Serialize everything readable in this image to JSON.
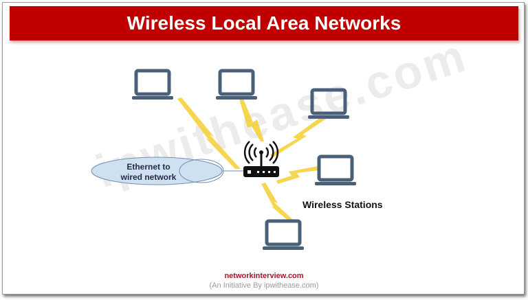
{
  "title": "Wireless Local Area Networks",
  "watermark": "ipwithease.com",
  "ethernet_label_line1": "Ethernet to",
  "ethernet_label_line2": "wired network",
  "stations_label": "Wireless Stations",
  "footer": {
    "site": "networkinterview.com",
    "tagline": "(An Initiative By ipwithease.com)"
  },
  "colors": {
    "banner": "#c00000",
    "laptop": "#4a6078",
    "bolt": "#f5d033",
    "ellipse_fill": "#cfe0f1",
    "ellipse_stroke": "#6f8fb5",
    "footer_site": "#a3162a"
  },
  "nodes": {
    "laptops": [
      "laptop-1",
      "laptop-2",
      "laptop-3",
      "laptop-4",
      "laptop-5"
    ],
    "router": "wireless-access-point"
  }
}
